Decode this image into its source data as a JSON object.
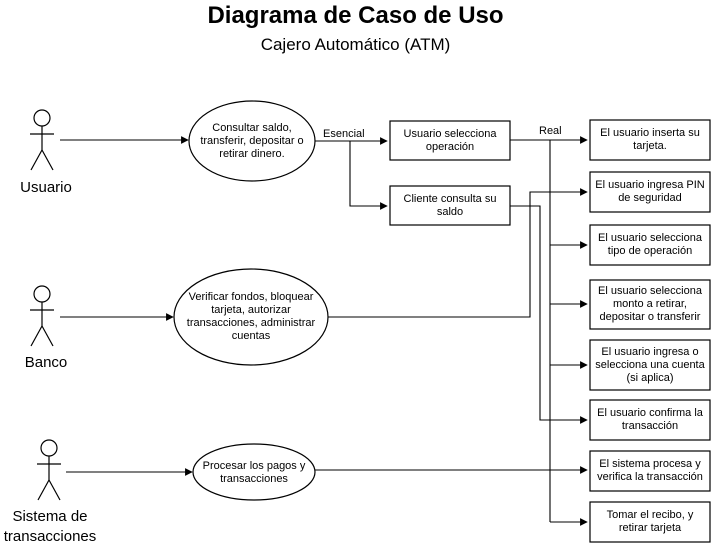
{
  "title": "Diagrama de Caso de Uso",
  "subtitle": "Cajero Automático (ATM)",
  "actors": {
    "usuario": "Usuario",
    "banco": "Banco",
    "sistema": "Sistema de transacciones"
  },
  "use_cases": {
    "consultar": "Consultar saldo, transferir, depositar o retirar dinero.",
    "verificar": "Verificar fondos, bloquear tarjeta, autorizar transacciones, administrar cuentas",
    "procesar": "Procesar los pagos y transacciones"
  },
  "flows": {
    "selecciona_operacion": "Usuario selecciona operación",
    "consulta_saldo": "Cliente consulta su saldo"
  },
  "edge_labels": {
    "esencial": "Esencial",
    "real": "Real"
  },
  "steps": [
    "El usuario inserta su tarjeta.",
    "El usuario ingresa PIN de seguridad",
    "El usuario selecciona tipo de operación",
    "El usuario selecciona monto a retirar, depositar o transferir",
    "El usuario ingresa o selecciona una cuenta (si aplica)",
    "El usuario confirma la transacción",
    "El sistema procesa y verifica la transacción",
    "Tomar el recibo, y retirar tarjeta"
  ]
}
